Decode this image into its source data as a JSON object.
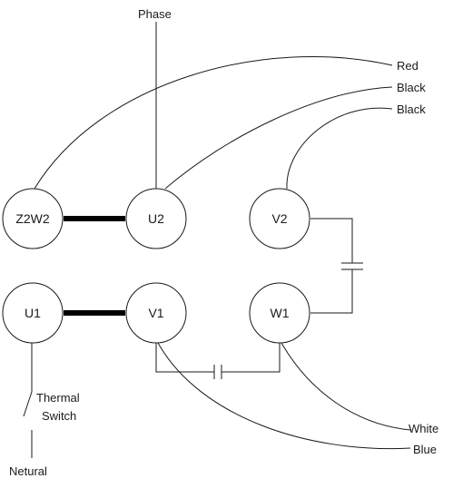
{
  "terminals": {
    "z2w2": "Z2W2",
    "u2": "U2",
    "v2": "V2",
    "u1": "U1",
    "v1": "V1",
    "w1": "W1"
  },
  "wires": {
    "phase": "Phase",
    "red": "Red",
    "black1": "Black",
    "black2": "Black",
    "white": "White",
    "blue": "Blue",
    "neutral": "Netural"
  },
  "switch": {
    "line1": "Thermal",
    "line2": "Switch"
  },
  "colors": {
    "line": "#1a1a1a",
    "jumper": "#000000"
  }
}
